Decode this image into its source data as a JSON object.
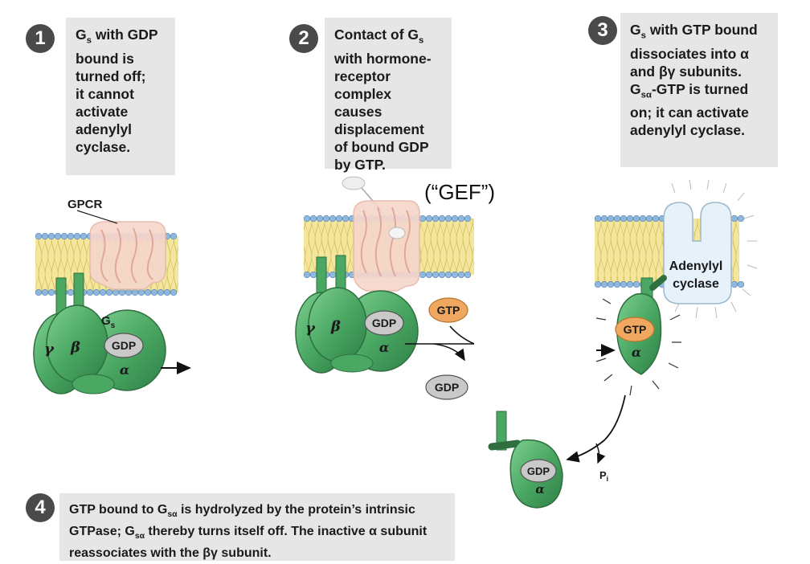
{
  "steps": [
    {
      "number": "1",
      "lines": [
        "G<sub>s</sub> with GDP",
        "bound is",
        "turned off;",
        "it cannot",
        "activate",
        "adenylyl",
        "cyclase."
      ]
    },
    {
      "number": "2",
      "lines": [
        "Contact of G<sub>s</sub>",
        "with hormone-",
        "receptor",
        "complex causes",
        "displacement",
        "of bound GDP",
        "by GTP."
      ]
    },
    {
      "number": "3",
      "lines": [
        "G<sub>s</sub> with GTP bound",
        "dissociates into α",
        "and βγ subunits.",
        "G<sub>sα</sub>-GTP is turned",
        "on; it can activate",
        "adenylyl cyclase."
      ]
    },
    {
      "number": "4",
      "lines": [
        "GTP bound to G<sub>sα</sub> is hydrolyzed by the protein’s intrinsic",
        "GTPase; G<sub>sα</sub> thereby turns itself off. The inactive α subunit",
        "reassociates with the βγ subunit."
      ]
    }
  ],
  "annotations": {
    "gef": "(“GEF”)",
    "gpcr": "GPCR",
    "gs_label": "G",
    "gs_sub": "s",
    "adenylyl_cyclase_line1": "Adenylyl",
    "adenylyl_cyclase_line2": "cyclase",
    "pi": "P",
    "pi_sub": "i"
  },
  "molecules": {
    "gdp": "GDP",
    "gtp": "GTP",
    "alpha": "α",
    "beta": "β",
    "gamma": "γ"
  },
  "colors": {
    "protein_green": "#3f9a58",
    "protein_green_light": "#6cc07f",
    "gdp_gray": "#c9c9c9",
    "gtp_orange": "#f0a860",
    "receptor_pink": "#f6d6cc",
    "membrane_yellow": "#f4e79c",
    "lipid_head_blue": "#8fb8e0",
    "cyclase_blue": "#e6f1fa",
    "text_box_gray": "#e6e6e6",
    "step_circle": "#4a4a4a"
  }
}
